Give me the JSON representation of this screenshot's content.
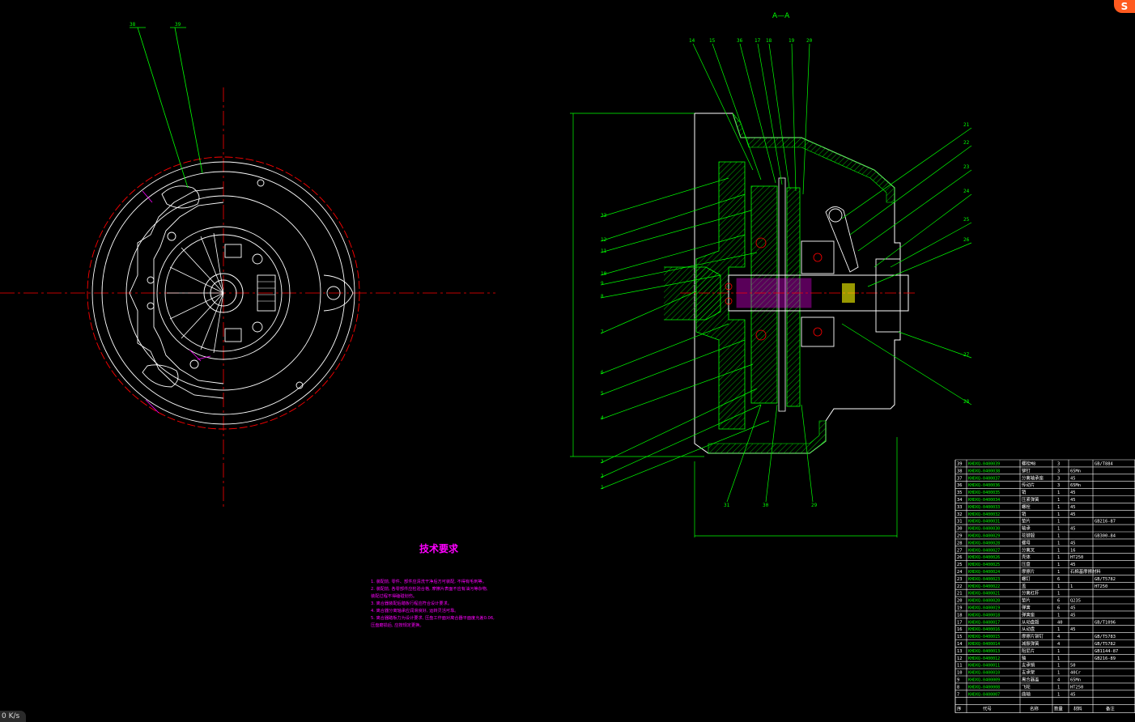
{
  "section_title": "A—A",
  "front_view_callouts": [
    "38",
    "39"
  ],
  "section_callouts_top": [
    "14",
    "15",
    "36",
    "17",
    "18",
    "19",
    "20"
  ],
  "section_callouts_left": [
    "33",
    "12",
    "11",
    "10",
    "9",
    "8",
    "7",
    "6",
    "5",
    "4",
    "3",
    "2",
    "1"
  ],
  "section_callouts_right": [
    "21",
    "22",
    "23",
    "24",
    "25",
    "26",
    "27",
    "28"
  ],
  "section_callouts_bottom": [
    "31",
    "30",
    "29"
  ],
  "technical_requirements": {
    "title": "技术要求",
    "lines": [
      "1. 装配前, 零件、部件应清洗干净后方可装配, 不得有毛刺等。",
      "2. 装配前, 各零部件应检验合格, 摩擦片表面不应有油污等杂物,",
      "   装配过程不得磕碰划伤。",
      "3. 离合器装配后踏板行程应符合设计要求。",
      "4. 离合器分离轴承应润滑良好, 运转灵活可靠。",
      "5. 离合器踏板力为设计要求, 压盘工作面对离合器平面度允差0.06,",
      "   压盘磨损后, 应按规定更换。"
    ]
  },
  "bom": {
    "rows": [
      [
        "39",
        "KHDXQ-0400039",
        "螺栓M8",
        "3",
        "",
        "GB/T884"
      ],
      [
        "38",
        "KHDXQ-0400038",
        "铆钉",
        "3",
        "65Mn",
        ""
      ],
      [
        "37",
        "KHDXQ-0400037",
        "分离轴承座",
        "3",
        "45",
        ""
      ],
      [
        "36",
        "KHDXQ-0400036",
        "传动片",
        "3",
        "65Mn",
        ""
      ],
      [
        "35",
        "KHDXQ-0400035",
        "销",
        "1",
        "45",
        ""
      ],
      [
        "34",
        "KHDXQ-0400034",
        "压紧弹簧",
        "1",
        "45",
        ""
      ],
      [
        "33",
        "KHDXQ-0400033",
        "螺栓",
        "1",
        "45",
        ""
      ],
      [
        "32",
        "KHDXQ-0400032",
        "销",
        "1",
        "45",
        ""
      ],
      [
        "31",
        "KHDXQ-0400031",
        "垫片",
        "1",
        "",
        "GB216-87"
      ],
      [
        "30",
        "KHDXQ-0400030",
        "轴承",
        "1",
        "45",
        ""
      ],
      [
        "29",
        "KHDXQ-0400029",
        "花键毂",
        "1",
        "",
        "GB300-84"
      ],
      [
        "28",
        "KHDXQ-0400028",
        "螺母",
        "1",
        "45",
        ""
      ],
      [
        "27",
        "KHDXQ-0400027",
        "分离叉",
        "1",
        "16",
        ""
      ],
      [
        "26",
        "KHDXQ-0400026",
        "壳体",
        "1",
        "HT250",
        ""
      ],
      [
        "25",
        "KHDXQ-0400025",
        "压盘",
        "1",
        "45",
        ""
      ],
      [
        "24",
        "KHDXQ-0400024",
        "摩擦片",
        "1",
        "石棉基摩擦材料",
        ""
      ],
      [
        "23",
        "KHDXQ-0400023",
        "螺钉",
        "6",
        "",
        "GB/T5782"
      ],
      [
        "22",
        "KHDXQ-0400022",
        "盖",
        "1",
        "1",
        "HT250"
      ],
      [
        "21",
        "KHDXQ-0400021",
        "分离杠杆",
        "1",
        "",
        ""
      ],
      [
        "20",
        "KHDXQ-0400020",
        "垫片",
        "6",
        "Q235",
        ""
      ],
      [
        "19",
        "KHDXQ-0400019",
        "弹簧",
        "6",
        "45",
        ""
      ],
      [
        "18",
        "KHDXQ-0400018",
        "弹簧座",
        "1",
        "45",
        ""
      ],
      [
        "17",
        "KHDXQ-0400017",
        "从动盘毂",
        "40",
        "",
        "GB/T1096"
      ],
      [
        "16",
        "KHDXQ-0400016",
        "从动盘",
        "1",
        "45",
        ""
      ],
      [
        "15",
        "KHDXQ-0400015",
        "摩擦片铆钉",
        "4",
        "",
        "GB/T5783"
      ],
      [
        "14",
        "KHDXQ-0400014",
        "减振弹簧",
        "4",
        "",
        "GB/T5782"
      ],
      [
        "13",
        "KHDXQ-0400013",
        "阻尼片",
        "1",
        "",
        "GB1144-87"
      ],
      [
        "12",
        "KHDXQ-0400012",
        "轴",
        "1",
        "",
        "GB216-89"
      ],
      [
        "11",
        "KHDXQ-0400011",
        "支承销",
        "1",
        "50",
        ""
      ],
      [
        "10",
        "KHDXQ-0400010",
        "支承架",
        "1",
        "40Cr",
        ""
      ],
      [
        "9",
        "KHDXQ-0400009",
        "离合器盖",
        "4",
        "65Mn",
        ""
      ],
      [
        "8",
        "KHDXQ-0400008",
        "飞轮",
        "1",
        "HT250",
        ""
      ],
      [
        "7",
        "KHDXQ-0400007",
        "曲轴",
        "1",
        "45",
        ""
      ]
    ],
    "header": [
      "序",
      "代号",
      "名称",
      "数量",
      "材料",
      "备注"
    ]
  },
  "status": {
    "speed": "0 K/s",
    "corner_badge": "S"
  },
  "colors": {
    "background": "#000000",
    "outline": "#00ff00",
    "centerline": "#ff0000",
    "white_line": "#ffffff",
    "annotation": "#ff00ff",
    "hatch": "#00ff00"
  }
}
